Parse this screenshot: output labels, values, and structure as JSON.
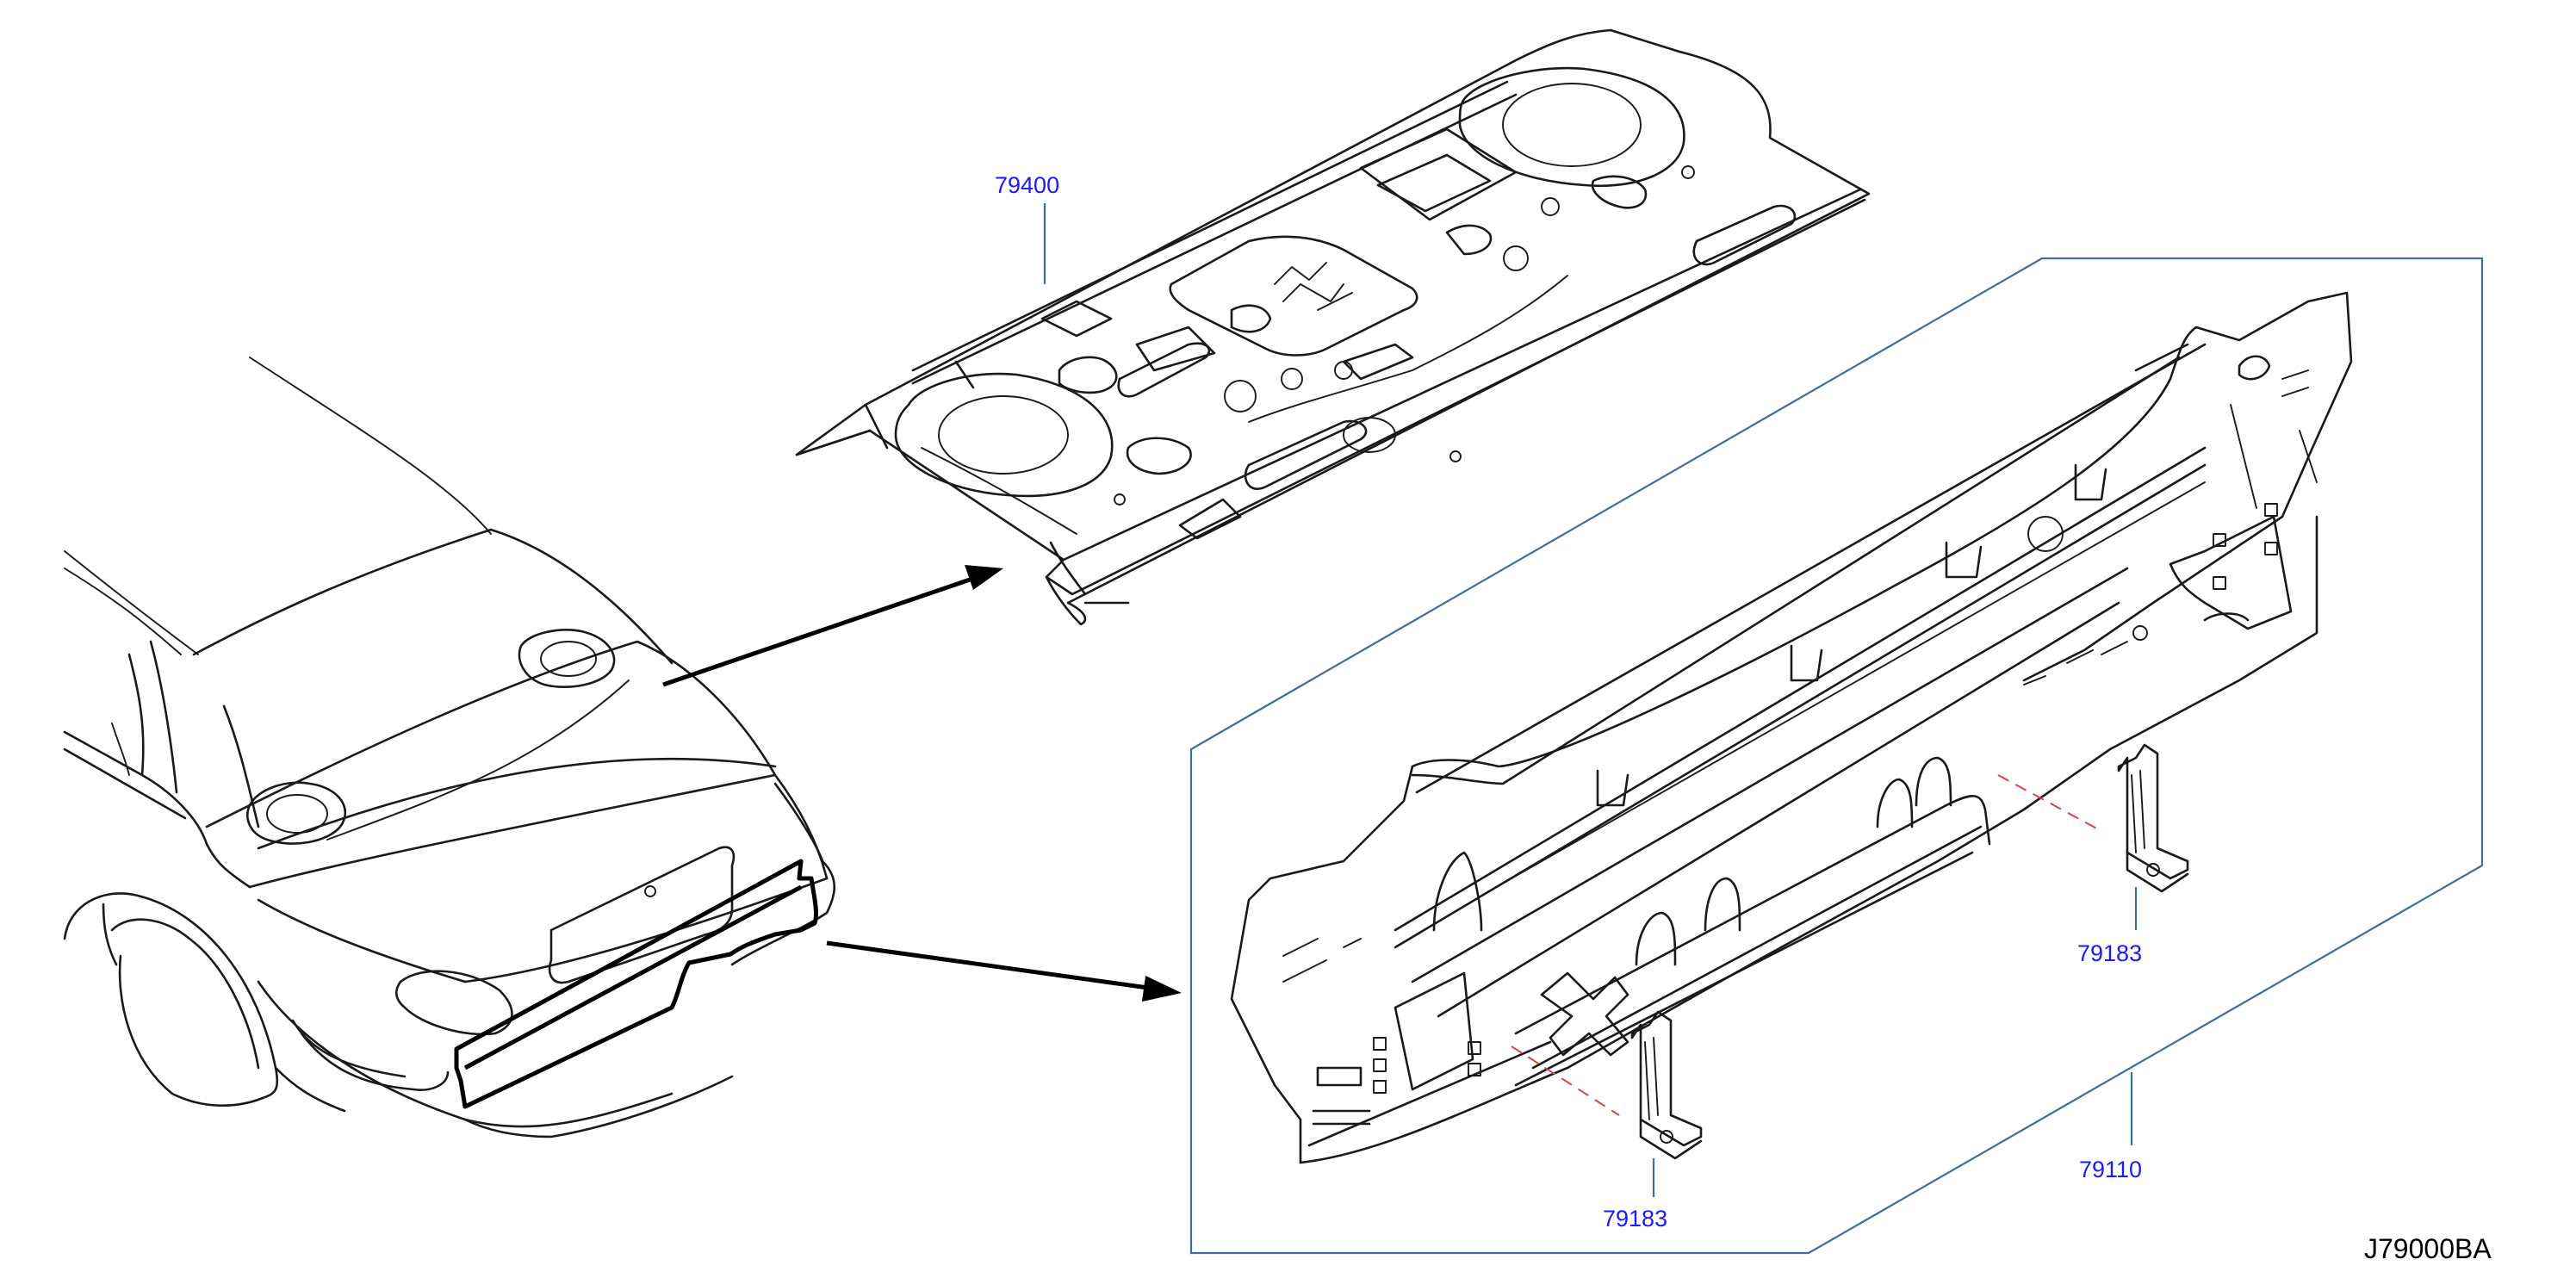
{
  "diagram": {
    "callouts": [
      {
        "id": "floor",
        "text": "79400"
      },
      {
        "id": "bracket-right",
        "text": "79183"
      },
      {
        "id": "bracket-left",
        "text": "79183"
      },
      {
        "id": "rear-panel",
        "text": "79110"
      }
    ],
    "drawing_code": "J79000BA"
  },
  "colors": {
    "callout_text": "#1a1aff",
    "leader_line": "#3a6ea5",
    "hidden_line": "#e04040",
    "line_art": "#000000"
  }
}
